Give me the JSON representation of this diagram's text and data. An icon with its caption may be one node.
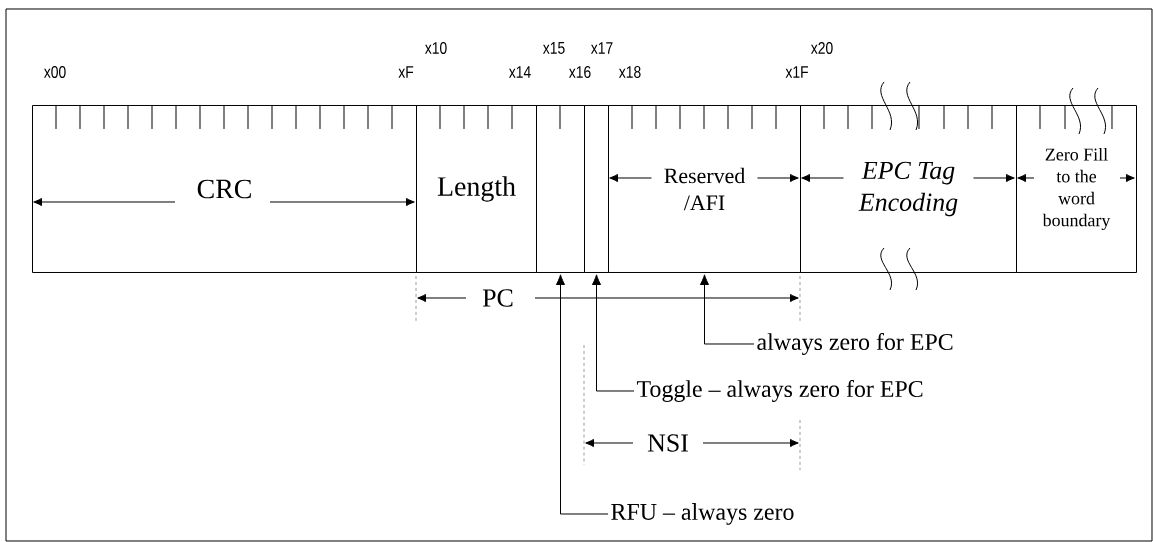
{
  "diagram": {
    "nodes": [
      {
        "text": [
          "CRC"
        ]
      },
      {
        "text": [
          "Length"
        ]
      },
      {
        "text": [],
        "shape": "box"
      },
      {
        "text": [],
        "shape": "box"
      },
      {
        "text": [
          "Reserved /AFI"
        ]
      },
      {
        "text": [
          "EPC Tag Encoding"
        ]
      },
      {
        "text": [
          "Zero Fill to the word boundary"
        ]
      },
      {
        "text": [
          "always zero for EPC"
        ]
      },
      {
        "text": [
          "Toggle – always zero for EPC"
        ]
      },
      {
        "text": [
          "RFU – always zero"
        ]
      }
    ],
    "edges": [
      {
        "from": 7,
        "to": 4,
        "arrow": "to"
      },
      {
        "from": 8,
        "to": 3,
        "arrow": "to"
      },
      {
        "from": 9,
        "to": 2,
        "arrow": "to"
      }
    ],
    "labels": [
      "x10",
      "x15",
      "x17",
      "x20",
      "x00",
      "xF",
      "x14",
      "x16",
      "x18",
      "x1F",
      "PC",
      "NSI"
    ]
  }
}
